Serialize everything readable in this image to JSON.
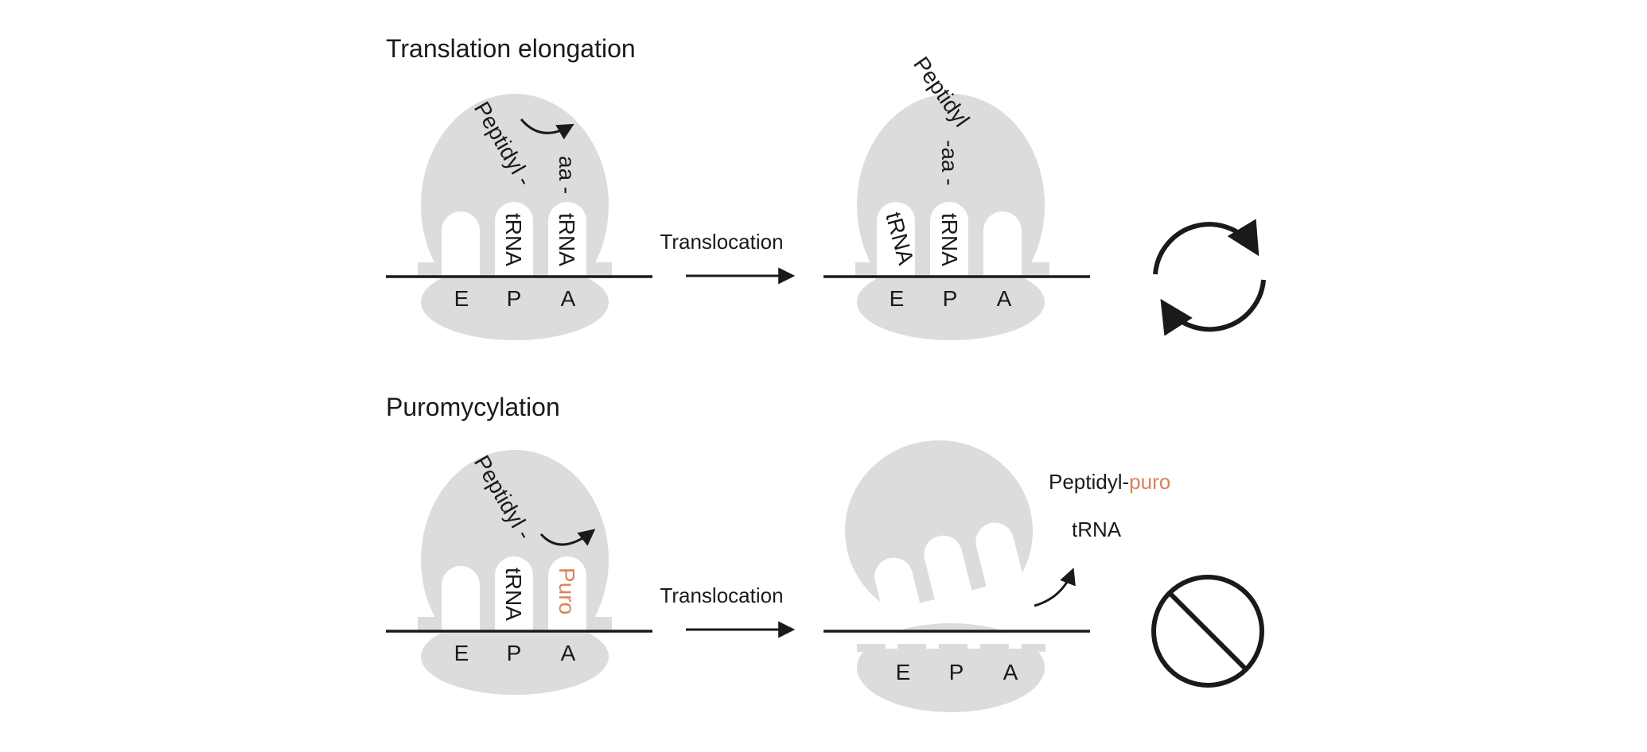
{
  "sections": {
    "elongation_title": "Translation elongation",
    "puromycylation_title": "Puromycylation"
  },
  "sites": {
    "e": "E",
    "p": "P",
    "a": "A"
  },
  "labels": {
    "peptidyl": "Peptidyl -",
    "aa": "aa -",
    "trna": "tRNA",
    "peptidyl_aa": "Peptidyl -aa -",
    "translocation": "Translocation",
    "puro": "Puro",
    "peptidyl_puro_prefix": "Peptidyl-",
    "peptidyl_puro_suffix": "puro",
    "released_trna": "tRNA"
  },
  "icons": {
    "cycle": "circular-arrows-icon",
    "stop": "prohibition-icon"
  },
  "colors": {
    "ribosome": "#dcdcdc",
    "puro": "#d9825b",
    "ink": "#1a1a1a"
  }
}
